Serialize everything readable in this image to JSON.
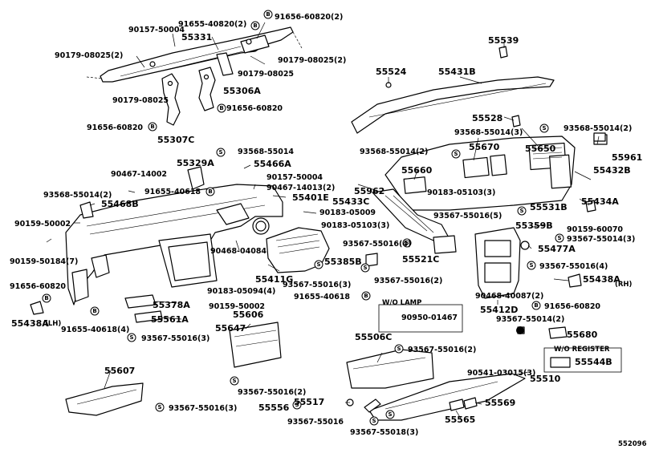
{
  "labels": {
    "p_90157_50004_a": "90157-50004",
    "p_91655_40820": "91655-40820(2)",
    "p_91656_60820_a": "91656-60820(2)",
    "p_55331": "55331",
    "p_90179_08025_2a": "90179-08025(2)",
    "p_90179_08025_2b": "90179-08025(2)",
    "p_90179_08025_a": "90179-08025",
    "p_90179_08025_b": "90179-08025",
    "p_55306A": "55306A",
    "p_91656_60820_b": "91656-60820",
    "p_91656_60820_c": "91656-60820",
    "p_55307C": "55307C",
    "p_55539": "55539",
    "p_55524": "55524",
    "p_55431B": "55431B",
    "p_55528": "55528",
    "p_93568_55014_3a": "93568-55014(3)",
    "p_93568_55014_2a": "93568-55014(2)",
    "p_55670": "55670",
    "p_55650": "55650",
    "p_55961": "55961",
    "p_55432B": "55432B",
    "p_93568_55014_2b": "93568-55014(2)",
    "p_55660": "55660",
    "p_90183_05103_3a": "90183-05103(3)",
    "p_55434A": "55434A",
    "p_55531B": "55531B",
    "p_93567_55016_5": "93567-55016(5)",
    "p_90159_60070": "90159-60070",
    "p_55359B": "55359B",
    "p_93567_55014_3": "93567-55014(3)",
    "p_55329A": "55329A",
    "p_93568_55014": "93568-55014",
    "p_55466A": "55466A",
    "p_90467_14002": "90467-14002",
    "p_90157_50004_b": "90157-50004",
    "p_90467_14013": "90467-14013(2)",
    "p_91655_40618_a": "91655-40618",
    "p_55401E": "55401E",
    "p_93568_55014_2c": "93568-55014(2)",
    "p_55962": "55962",
    "p_55433C": "55433C",
    "p_55468B": "55468B",
    "p_90183_05009": "90183-05009",
    "p_90183_05103_3b": "90183-05103(3)",
    "p_90159_50002_a": "90159-50002",
    "p_93567_55016_4a": "93567-55016(4)",
    "p_90468_04084": "90468-04084",
    "p_90159_50184": "90159-50184(7)",
    "p_55521C": "55521C",
    "p_55385B": "55385B",
    "p_55477A": "55477A",
    "p_93567_55016_4b": "93567-55016(4)",
    "p_55411G": "55411G",
    "p_93567_55016_3a": "93567-55016(3)",
    "p_93567_55016_2a": "93567-55016(2)",
    "p_91656_60820_d": "91656-60820",
    "p_90183_05094": "90183-05094(4)",
    "p_90468_40087": "90468-40087(2)",
    "p_55438A_RH": "55438A",
    "rh": "(RH)",
    "p_91655_40618_b": "91655-40618",
    "p_55378A": "55378A",
    "p_90159_50002_b": "90159-50002",
    "p_55412D": "55412D",
    "p_91656_60820_e": "91656-60820",
    "p_55438A_LH": "55438A",
    "lh": "(LH)",
    "p_91655_40618_4": "91655-40618(4)",
    "p_55561A": "55561A",
    "p_55606": "55606",
    "wo_lamp": "W/O LAMP",
    "p_90950_01467": "90950-01467",
    "p_93567_55014_2": "93567-55014(2)",
    "p_55647": "55647",
    "p_55680": "55680",
    "p_93567_55016_3b": "93567-55016(3)",
    "p_55506C": "55506C",
    "wo_register": "W/O REGISTER",
    "p_93567_55016_2b": "93567-55016(2)",
    "p_55544B": "55544B",
    "p_55607": "55607",
    "p_90541_03015": "90541-03015(3)",
    "p_55510": "55510",
    "p_93567_55016_2c": "93567-55016(2)",
    "p_55517": "55517",
    "p_55569": "55569",
    "p_93567_55016_3c": "93567-55016(3)",
    "p_55556": "55556",
    "p_93567_55016_a": "93567-55016",
    "p_55565": "55565",
    "p_93567_55018": "93567-55018(3)",
    "diagram_id": "552096"
  },
  "symbols": {
    "bolt": "B",
    "screw": "S"
  }
}
